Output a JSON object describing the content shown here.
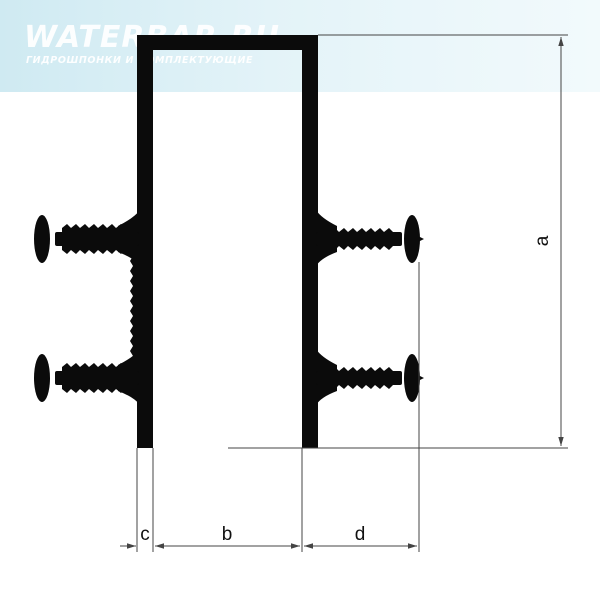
{
  "watermark": {
    "site": "WATERBAR.RU",
    "tagline": "ГИДРОШПОНКИ И КОМПЛЕКТУЮЩИЕ"
  },
  "dimensions": {
    "a": "a",
    "b": "b",
    "c": "c",
    "d": "d"
  },
  "colors": {
    "profile": "#0b0b0b",
    "dimension_line": "#444444",
    "banner": "#cfeaf2"
  }
}
